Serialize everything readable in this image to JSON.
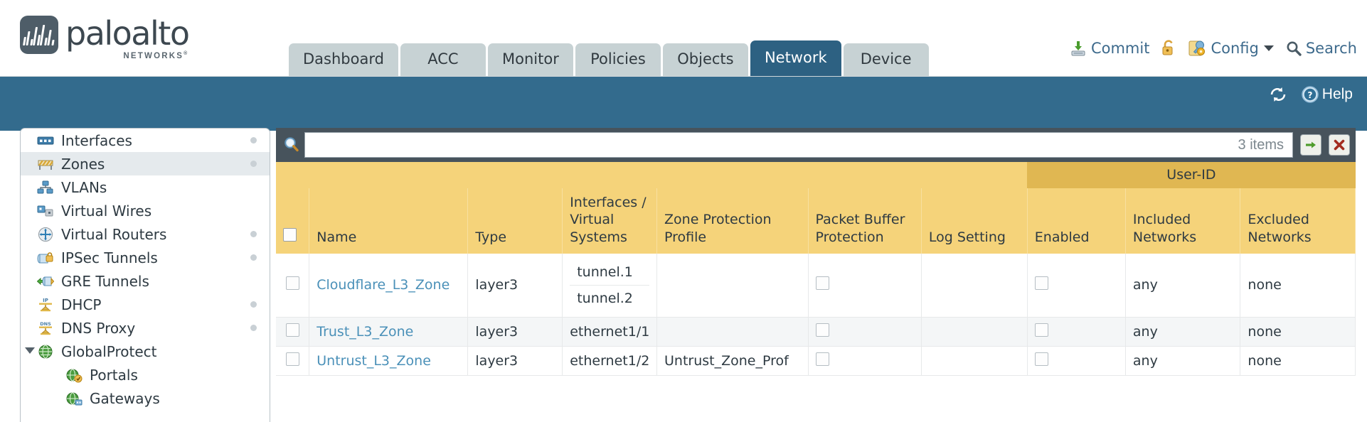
{
  "brand": {
    "name": "paloalto",
    "tagline": "NETWORKS",
    "registered": "®"
  },
  "tabs": [
    {
      "label": "Dashboard",
      "active": false
    },
    {
      "label": "ACC",
      "active": false
    },
    {
      "label": "Monitor",
      "active": false
    },
    {
      "label": "Policies",
      "active": false
    },
    {
      "label": "Objects",
      "active": false
    },
    {
      "label": "Network",
      "active": true
    },
    {
      "label": "Device",
      "active": false
    }
  ],
  "toolbar": {
    "commit_label": "Commit",
    "config_label": "Config",
    "search_label": "Search",
    "lock_icon": "unlock-icon",
    "commit_icon": "commit-icon",
    "config_icon": "config-icon",
    "search_icon": "search-icon"
  },
  "band": {
    "refresh_icon": "refresh-icon",
    "help_icon": "help-icon",
    "help_label": "Help"
  },
  "sidebar": {
    "items": [
      {
        "label": "Interfaces",
        "icon": "interfaces-icon",
        "selected": false,
        "dot": true,
        "indent": false,
        "twisty": false
      },
      {
        "label": "Zones",
        "icon": "zones-icon",
        "selected": true,
        "dot": true,
        "indent": false,
        "twisty": false
      },
      {
        "label": "VLANs",
        "icon": "vlans-icon",
        "selected": false,
        "dot": false,
        "indent": false,
        "twisty": false
      },
      {
        "label": "Virtual Wires",
        "icon": "virtual-wires-icon",
        "selected": false,
        "dot": false,
        "indent": false,
        "twisty": false
      },
      {
        "label": "Virtual Routers",
        "icon": "virtual-routers-icon",
        "selected": false,
        "dot": true,
        "indent": false,
        "twisty": false
      },
      {
        "label": "IPSec Tunnels",
        "icon": "ipsec-tunnels-icon",
        "selected": false,
        "dot": true,
        "indent": false,
        "twisty": false
      },
      {
        "label": "GRE Tunnels",
        "icon": "gre-tunnels-icon",
        "selected": false,
        "dot": false,
        "indent": false,
        "twisty": false
      },
      {
        "label": "DHCP",
        "icon": "dhcp-icon",
        "selected": false,
        "dot": true,
        "indent": false,
        "twisty": false
      },
      {
        "label": "DNS Proxy",
        "icon": "dns-proxy-icon",
        "selected": false,
        "dot": true,
        "indent": false,
        "twisty": false
      },
      {
        "label": "GlobalProtect",
        "icon": "globalprotect-icon",
        "selected": false,
        "dot": false,
        "indent": false,
        "twisty": true
      },
      {
        "label": "Portals",
        "icon": "portals-icon",
        "selected": false,
        "dot": false,
        "indent": true,
        "twisty": false
      },
      {
        "label": "Gateways",
        "icon": "gateways-icon",
        "selected": false,
        "dot": false,
        "indent": true,
        "twisty": false
      }
    ]
  },
  "search": {
    "value": "",
    "placeholder": "",
    "items_count": "3 items",
    "apply_icon": "green-arrow-icon",
    "clear_icon": "red-x-icon"
  },
  "table": {
    "group_header": "User-ID",
    "columns": [
      "Name",
      "Type",
      "Interfaces / Virtual Systems",
      "Zone Protection Profile",
      "Packet Buffer Protection",
      "Log Setting",
      "Enabled",
      "Included Networks",
      "Excluded Networks"
    ],
    "rows": [
      {
        "name": "Cloudflare_L3_Zone",
        "type": "layer3",
        "interfaces": [
          "tunnel.1",
          "tunnel.2"
        ],
        "zone_protection_profile": "",
        "packet_buffer_protection": false,
        "log_setting": "",
        "enabled": false,
        "included_networks": "any",
        "excluded_networks": "none",
        "selected": false,
        "alt": false
      },
      {
        "name": "Trust_L3_Zone",
        "type": "layer3",
        "interfaces": [
          "ethernet1/1"
        ],
        "zone_protection_profile": "",
        "packet_buffer_protection": false,
        "log_setting": "",
        "enabled": false,
        "included_networks": "any",
        "excluded_networks": "none",
        "selected": false,
        "alt": true
      },
      {
        "name": "Untrust_L3_Zone",
        "type": "layer3",
        "interfaces": [
          "ethernet1/2"
        ],
        "zone_protection_profile": "Untrust_Zone_Prof",
        "packet_buffer_protection": false,
        "log_setting": "",
        "enabled": false,
        "included_networks": "any",
        "excluded_networks": "none",
        "selected": false,
        "alt": false
      }
    ]
  },
  "colors": {
    "tab_active": "#2d6182",
    "tab_inactive": "#c7d2d4",
    "band": "#336b8d",
    "header_yellow": "#f5d37a",
    "group_yellow": "#e0b752",
    "link": "#4a90b8",
    "search_bar": "#47535c"
  }
}
